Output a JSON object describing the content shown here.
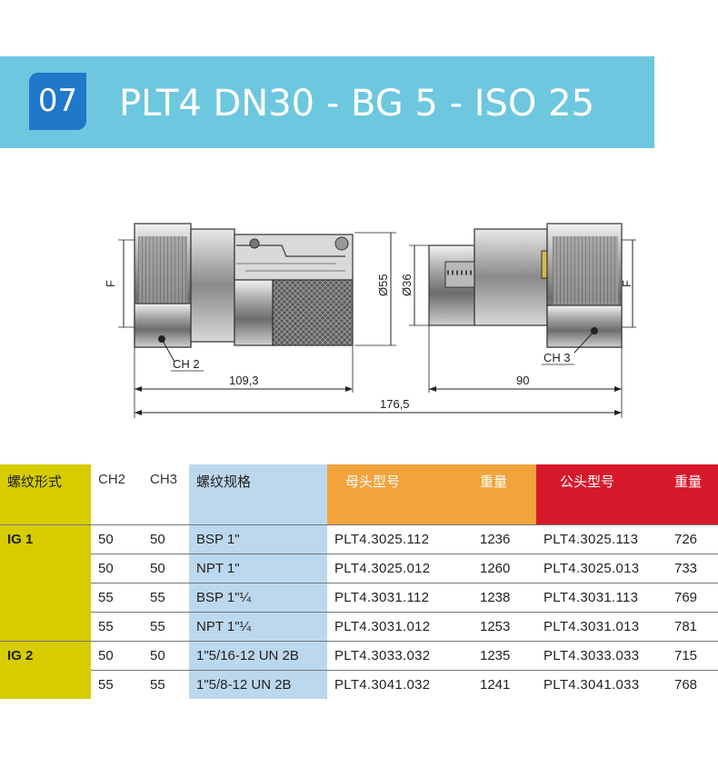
{
  "header": {
    "number": "07",
    "title": "PLT4 DN30 - BG 5 - ISO 25"
  },
  "drawing": {
    "label_f_left": "F",
    "label_f_right": "F",
    "dia_55": "Ø55",
    "dia_36": "Ø36",
    "ch2": "CH 2",
    "ch3": "CH 3",
    "len_female": "109,3",
    "len_male": "90",
    "len_total": "176,5"
  },
  "table": {
    "headers": {
      "thread_type": "螺纹形式",
      "ch2": "CH2",
      "ch3": "CH3",
      "thread_spec": "螺纹规格",
      "female_model": "母头型号",
      "female_weight": "重量",
      "male_model": "公头型号",
      "male_weight": "重量"
    },
    "groups": [
      {
        "name": "IG 1",
        "rows": [
          {
            "ch2": "50",
            "ch3": "50",
            "spec": "BSP 1\"",
            "female": "PLT4.3025.112",
            "fw": "1236",
            "male": "PLT4.3025.113",
            "mw": "726"
          },
          {
            "ch2": "50",
            "ch3": "50",
            "spec": "NPT 1\"",
            "female": "PLT4.3025.012",
            "fw": "1260",
            "male": "PLT4.3025.013",
            "mw": "733"
          },
          {
            "ch2": "55",
            "ch3": "55",
            "spec": "BSP 1\"¼",
            "female": "PLT4.3031.112",
            "fw": "1238",
            "male": "PLT4.3031.113",
            "mw": "769"
          },
          {
            "ch2": "55",
            "ch3": "55",
            "spec": "NPT 1\"¼",
            "female": "PLT4.3031.012",
            "fw": "1253",
            "male": "PLT4.3031.013",
            "mw": "781"
          }
        ]
      },
      {
        "name": "IG 2",
        "rows": [
          {
            "ch2": "50",
            "ch3": "50",
            "spec": "1\"5/16-12 UN 2B",
            "female": "PLT4.3033.032",
            "fw": "1235",
            "male": "PLT4.3033.033",
            "mw": "715"
          },
          {
            "ch2": "55",
            "ch3": "55",
            "spec": "1\"5/8-12 UN 2B",
            "female": "PLT4.3041.032",
            "fw": "1241",
            "male": "PLT4.3041.033",
            "mw": "768"
          }
        ]
      }
    ]
  }
}
